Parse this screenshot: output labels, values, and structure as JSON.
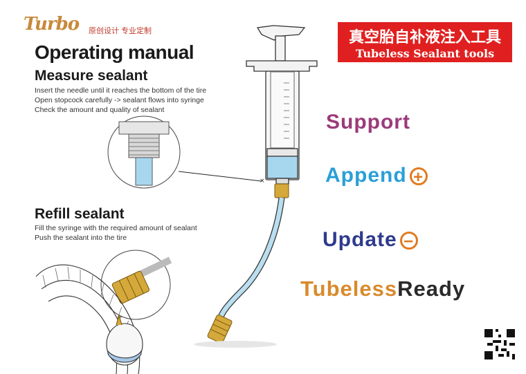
{
  "header": {
    "brand": "Turbo",
    "slogan": "原创设计  专业定制",
    "badge_cn": "真空胎自补液注入工具",
    "badge_en": "Tubeless Sealant tools"
  },
  "manual": {
    "title": "Operating manual",
    "measure": {
      "title": "Measure sealant",
      "steps": [
        "Insert the needle until it reaches the bottom of the tire",
        "Open stopcock carefully -> sealant flows into syringe",
        "Check the amount and quality of sealant"
      ]
    },
    "refill": {
      "title": "Refill sealant",
      "steps": [
        "Fill the syringe with the required amount of sealant",
        "Push the sealant into the tire"
      ]
    }
  },
  "features": {
    "support": "Support",
    "append": "Append",
    "append_symbol": "+",
    "update": "Update",
    "update_symbol": "−",
    "tubeless_a": "Tubeless",
    "tubeless_b": "Ready"
  },
  "colors": {
    "brand": "#c8893a",
    "badge": "#e02020",
    "support": "#9b3a7a",
    "append": "#2a9fd8",
    "update": "#2e3a8c",
    "tubeless": "#d98a2c",
    "sealant": "#a7d7ef",
    "brass": "#d4a83a"
  },
  "icons": [
    "qr-code-icon",
    "plus-circle-icon",
    "minus-circle-icon"
  ]
}
